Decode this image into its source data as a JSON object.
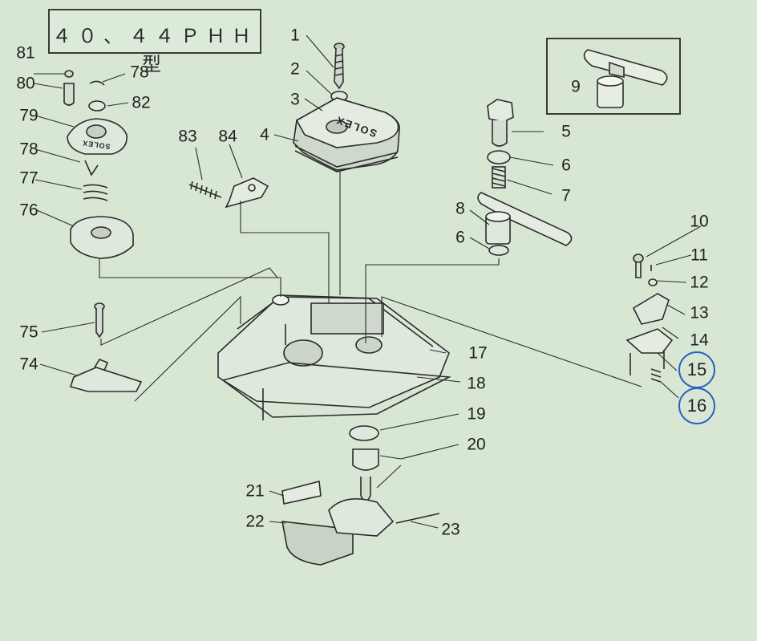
{
  "title": "４０、４４ＰＨＨ型",
  "highlight_color": "#2a5fc4",
  "line_color": "#2b2b2b",
  "background_color": "#d8e7d4",
  "callouts": {
    "c1": "1",
    "c2": "2",
    "c3": "3",
    "c4": "4",
    "c5": "5",
    "c6a": "6",
    "c6b": "6",
    "c7": "7",
    "c8": "8",
    "c9": "9",
    "c10": "10",
    "c11": "11",
    "c12": "12",
    "c13": "13",
    "c14": "14",
    "c15": "15",
    "c16": "16",
    "c17": "17",
    "c18": "18",
    "c19": "19",
    "c20": "20",
    "c21": "21",
    "c22": "22",
    "c23": "23",
    "c74": "74",
    "c75": "75",
    "c76": "76",
    "c77": "77",
    "c78a": "78",
    "c78b": "78",
    "c79": "79",
    "c80": "80",
    "c81": "81",
    "c82": "82",
    "c83": "83",
    "c84": "84"
  },
  "cover_marking": "SOLEX",
  "diaphragm_marking": "SOLEX"
}
